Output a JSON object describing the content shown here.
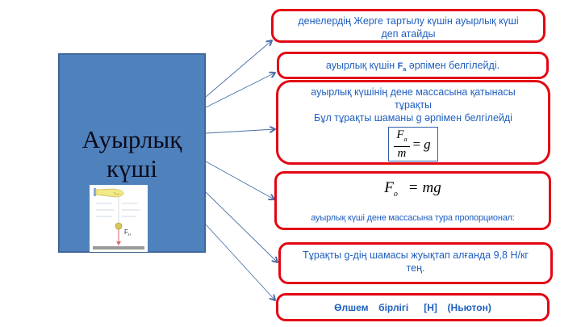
{
  "main": {
    "title_line1": "Ауырлық",
    "title_line2": "күші",
    "illustration": {
      "label": "Fн"
    }
  },
  "boxes": [
    {
      "id": "definition",
      "text_line1": "денелердің Жерге тартылу күшін ауырлық күші",
      "text_line2": "деп атайды"
    },
    {
      "id": "notation",
      "text_before": "ауырлық күшін ",
      "symbol": "F",
      "symbol_sub": "а",
      "text_after": " әрпімен белгілейді."
    },
    {
      "id": "ratio",
      "text_line1": "ауырлық күшінің дене массасына қатынасы",
      "text_line2": "тұрақты",
      "text_line3": "Бұл тұрақты шаманы g әрпімен белгілейді",
      "formula": {
        "numerator": "F",
        "numerator_sub": "a",
        "denominator": "m",
        "equals": "=",
        "result": "g"
      }
    },
    {
      "id": "formula",
      "formula": {
        "lhs": "F",
        "lhs_sub": "o",
        "equals": "=",
        "rhs": "mg"
      },
      "caption": "ауырлық күші дене массасына тура пропорционал:"
    },
    {
      "id": "constant-value",
      "text_line1": "Тұрақты g-дің шамасы жуықтап алғанда 9,8 Н/кг",
      "text_line2": "тең."
    },
    {
      "id": "unit",
      "text": "Өлшем  бірлігі   [Н]  (Ньютон)"
    }
  ],
  "colors": {
    "main_block": "#4f81bd",
    "box_border": "#e30613",
    "text_blue": "#1f5fbf",
    "arrow": "#4a6fa5"
  }
}
